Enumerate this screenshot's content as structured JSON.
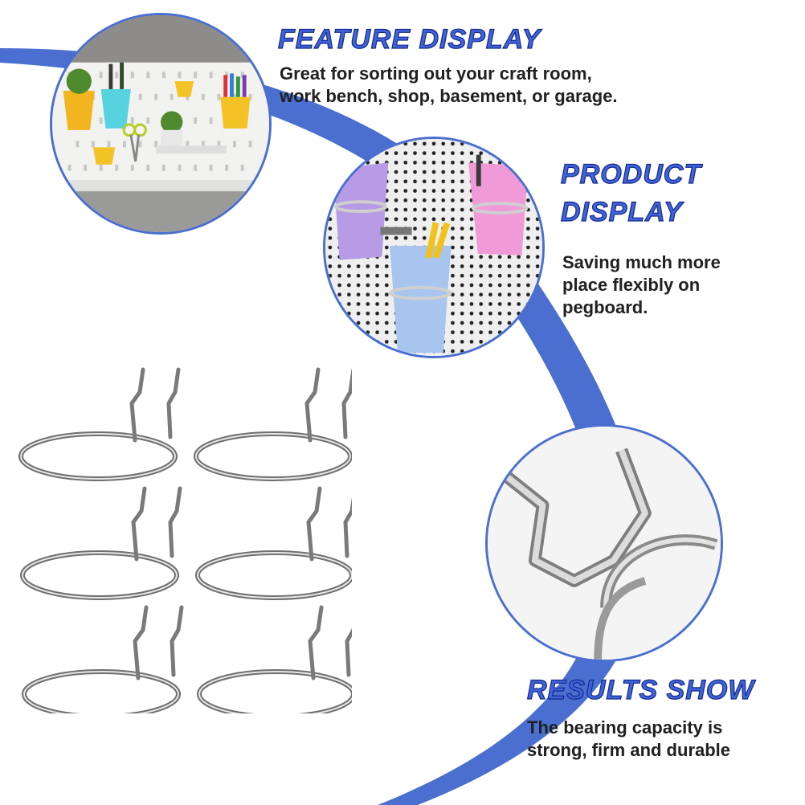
{
  "feature": {
    "title": "FEATURE DISPLAY",
    "line1": "Great for sorting out your craft room,",
    "line2": "work bench, shop, basement, or garage."
  },
  "product": {
    "title_line1": "PRODUCT",
    "title_line2": "DISPLAY",
    "line1": "Saving much more",
    "line2": "place flexibly on",
    "line3": "pegboard."
  },
  "results": {
    "title": "RESULTS SHOW",
    "line1": "The bearing capacity is",
    "line2": "strong, firm and durable"
  },
  "colors": {
    "accent_blue": "#3f63d8",
    "outline_dark_blue": "#15298a",
    "arc_blue": "#4a6fd0",
    "text": "#202020"
  },
  "icons": {
    "feature_image": "pegboard-with-pots-image",
    "product_image": "colored-cups-on-pegboard-image",
    "detail_image": "ring-hook-closeup-image",
    "rings_image": "six-pegboard-ring-hooks-image"
  }
}
